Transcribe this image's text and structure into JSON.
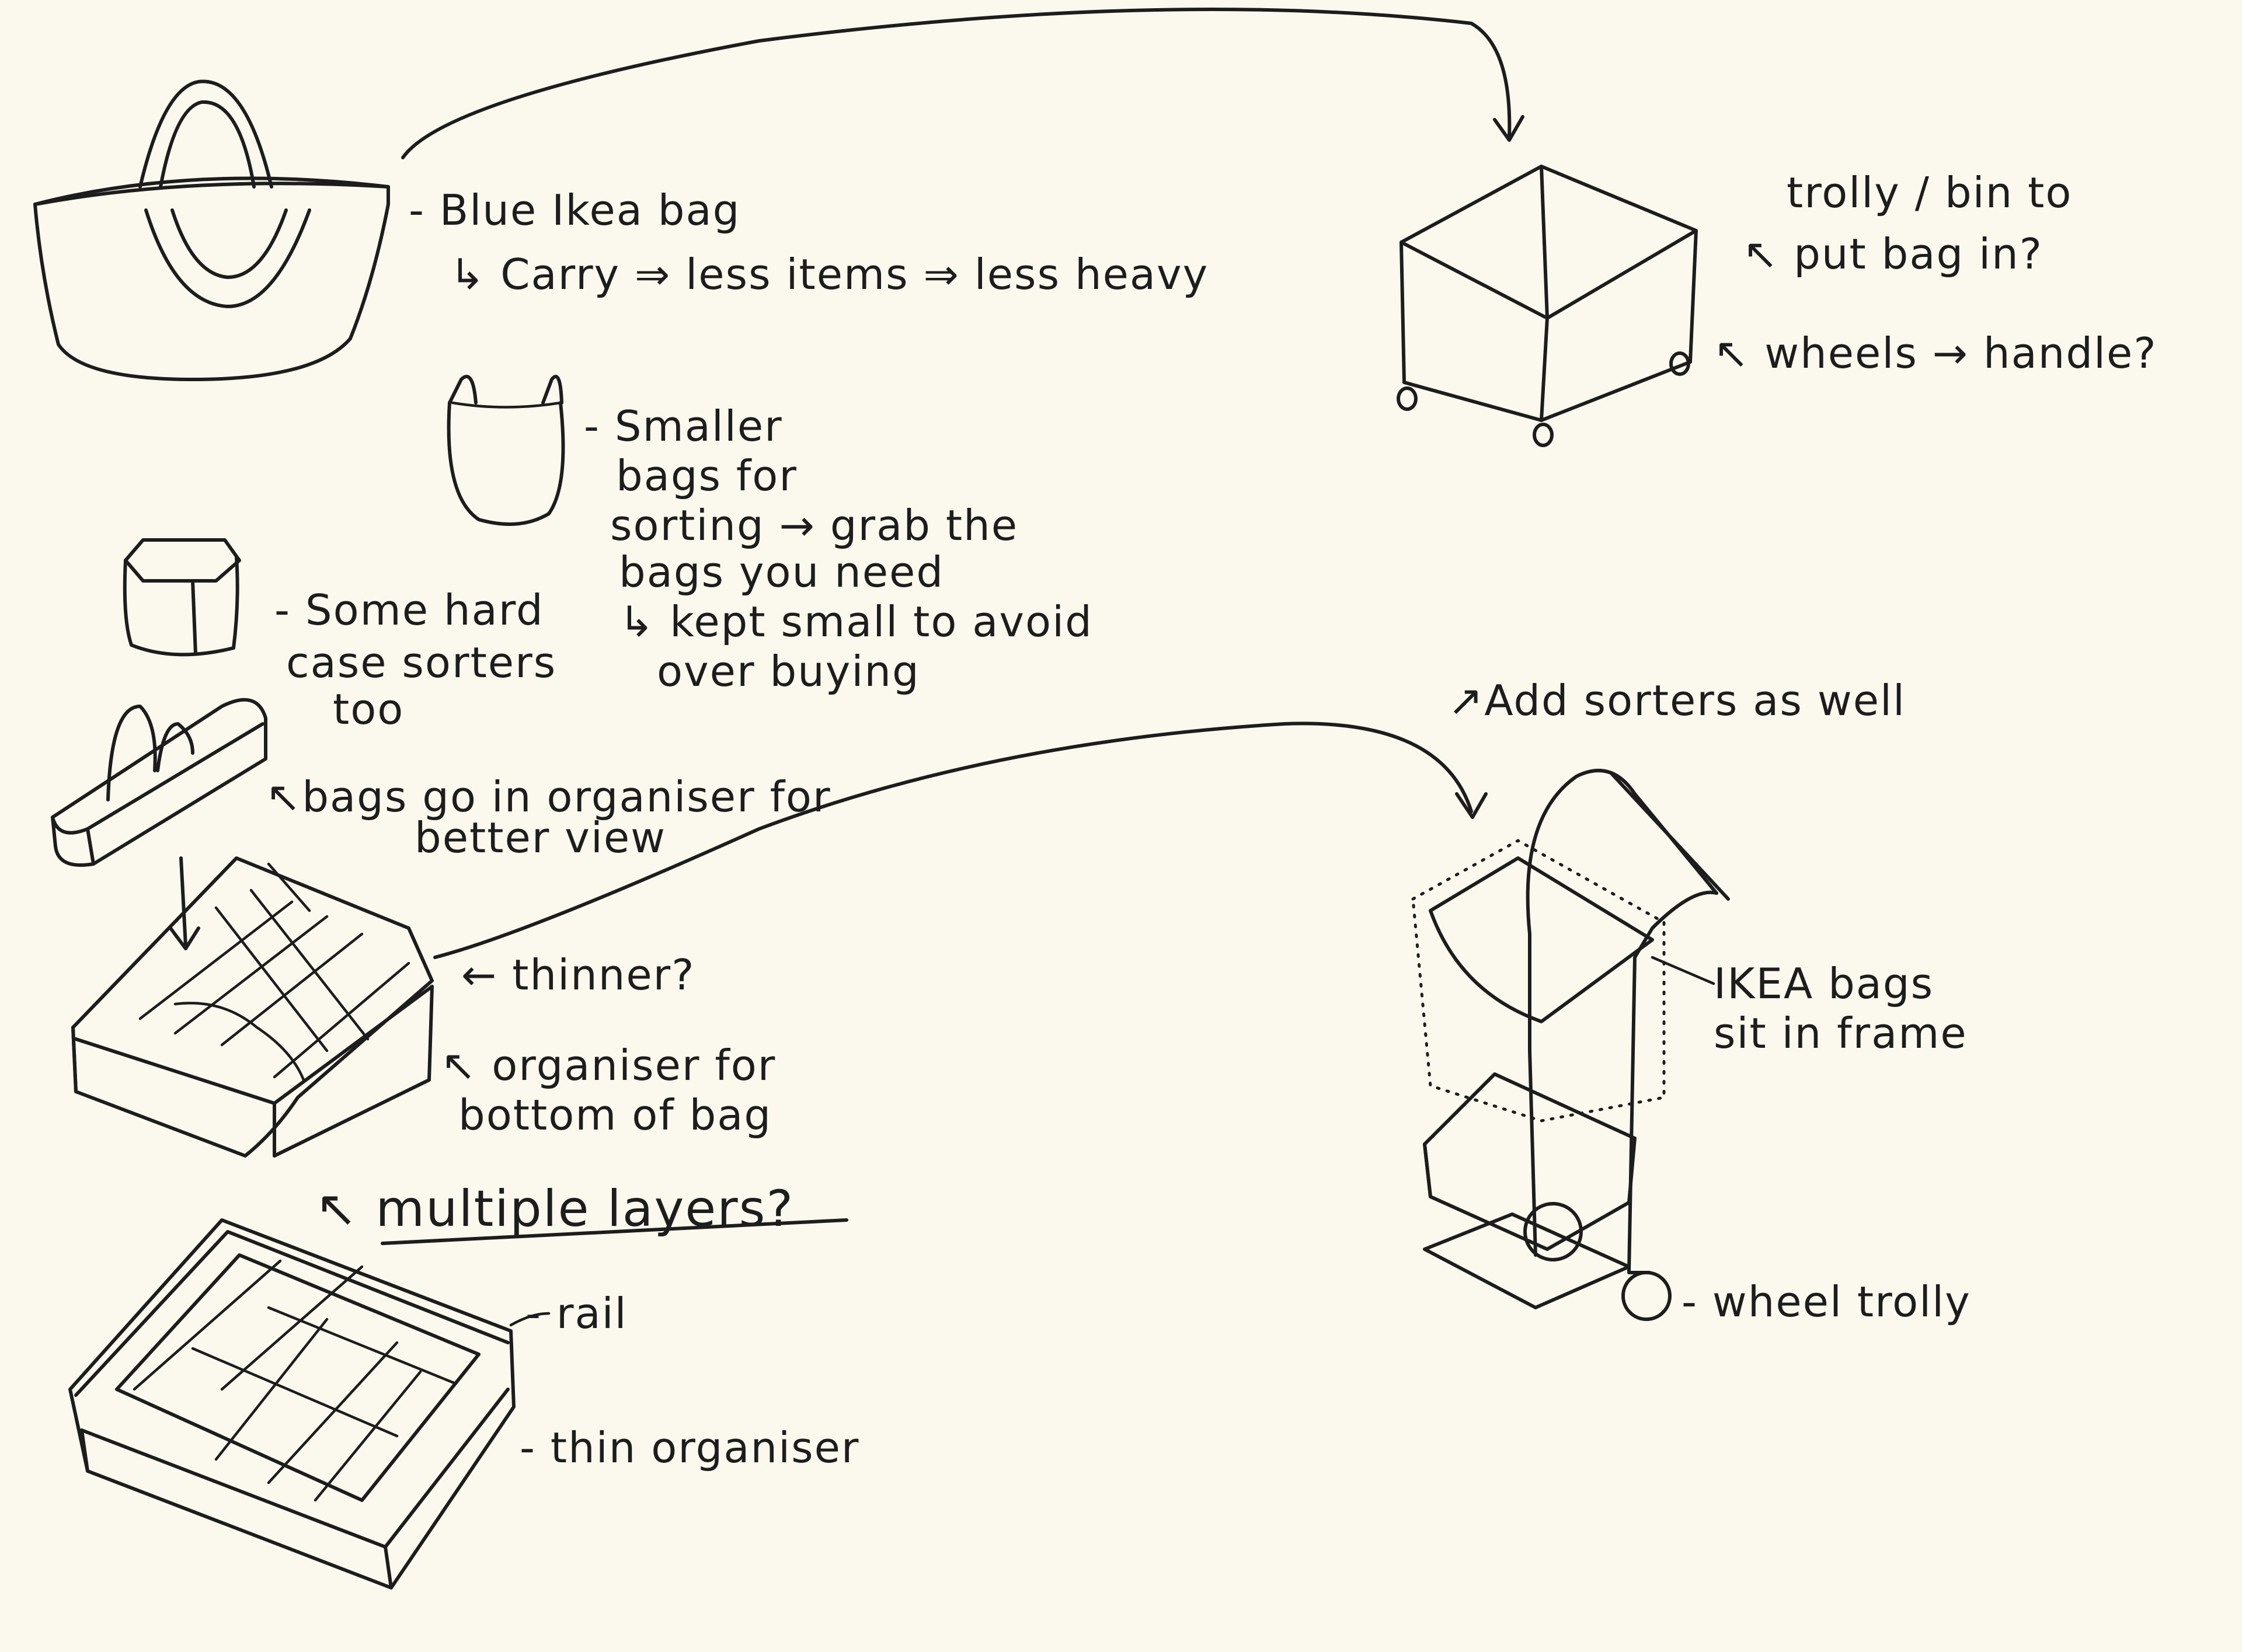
{
  "labels": {
    "blue_bag": "- Blue Ikea bag",
    "carry": "↳ Carry ⇒ less items ⇒ less heavy",
    "smaller_1": "- Smaller",
    "smaller_2": "bags for",
    "smaller_3": "sorting → grab the",
    "smaller_4": "bags you need",
    "smaller_5": "↳ kept small to avoid",
    "smaller_6": "over buying",
    "hard_1": "- Some hard",
    "hard_2": "case sorters",
    "hard_3": "too",
    "bags_go_1": "↖bags go in organiser for",
    "bags_go_2": "better view",
    "thinner": "← thinner?",
    "org_bottom_1": "↖ organiser for",
    "org_bottom_2": "bottom of bag",
    "multiple_layers": "↖ multiple layers?",
    "rail": "- rail",
    "thin_org": "- thin organiser",
    "trolly_bin_1": "trolly / bin to",
    "trolly_bin_2": "↖ put bag in?",
    "wheels_handle": "↖ wheels → handle?",
    "add_sorters": "↗Add sorters as well",
    "ikea_bags_1": "IKEA bags",
    "ikea_bags_2": "sit in frame",
    "wheel_trolly": "- wheel trolly"
  },
  "colors": {
    "paper": "#fbf9ee",
    "ink": "#1d1d1d"
  }
}
